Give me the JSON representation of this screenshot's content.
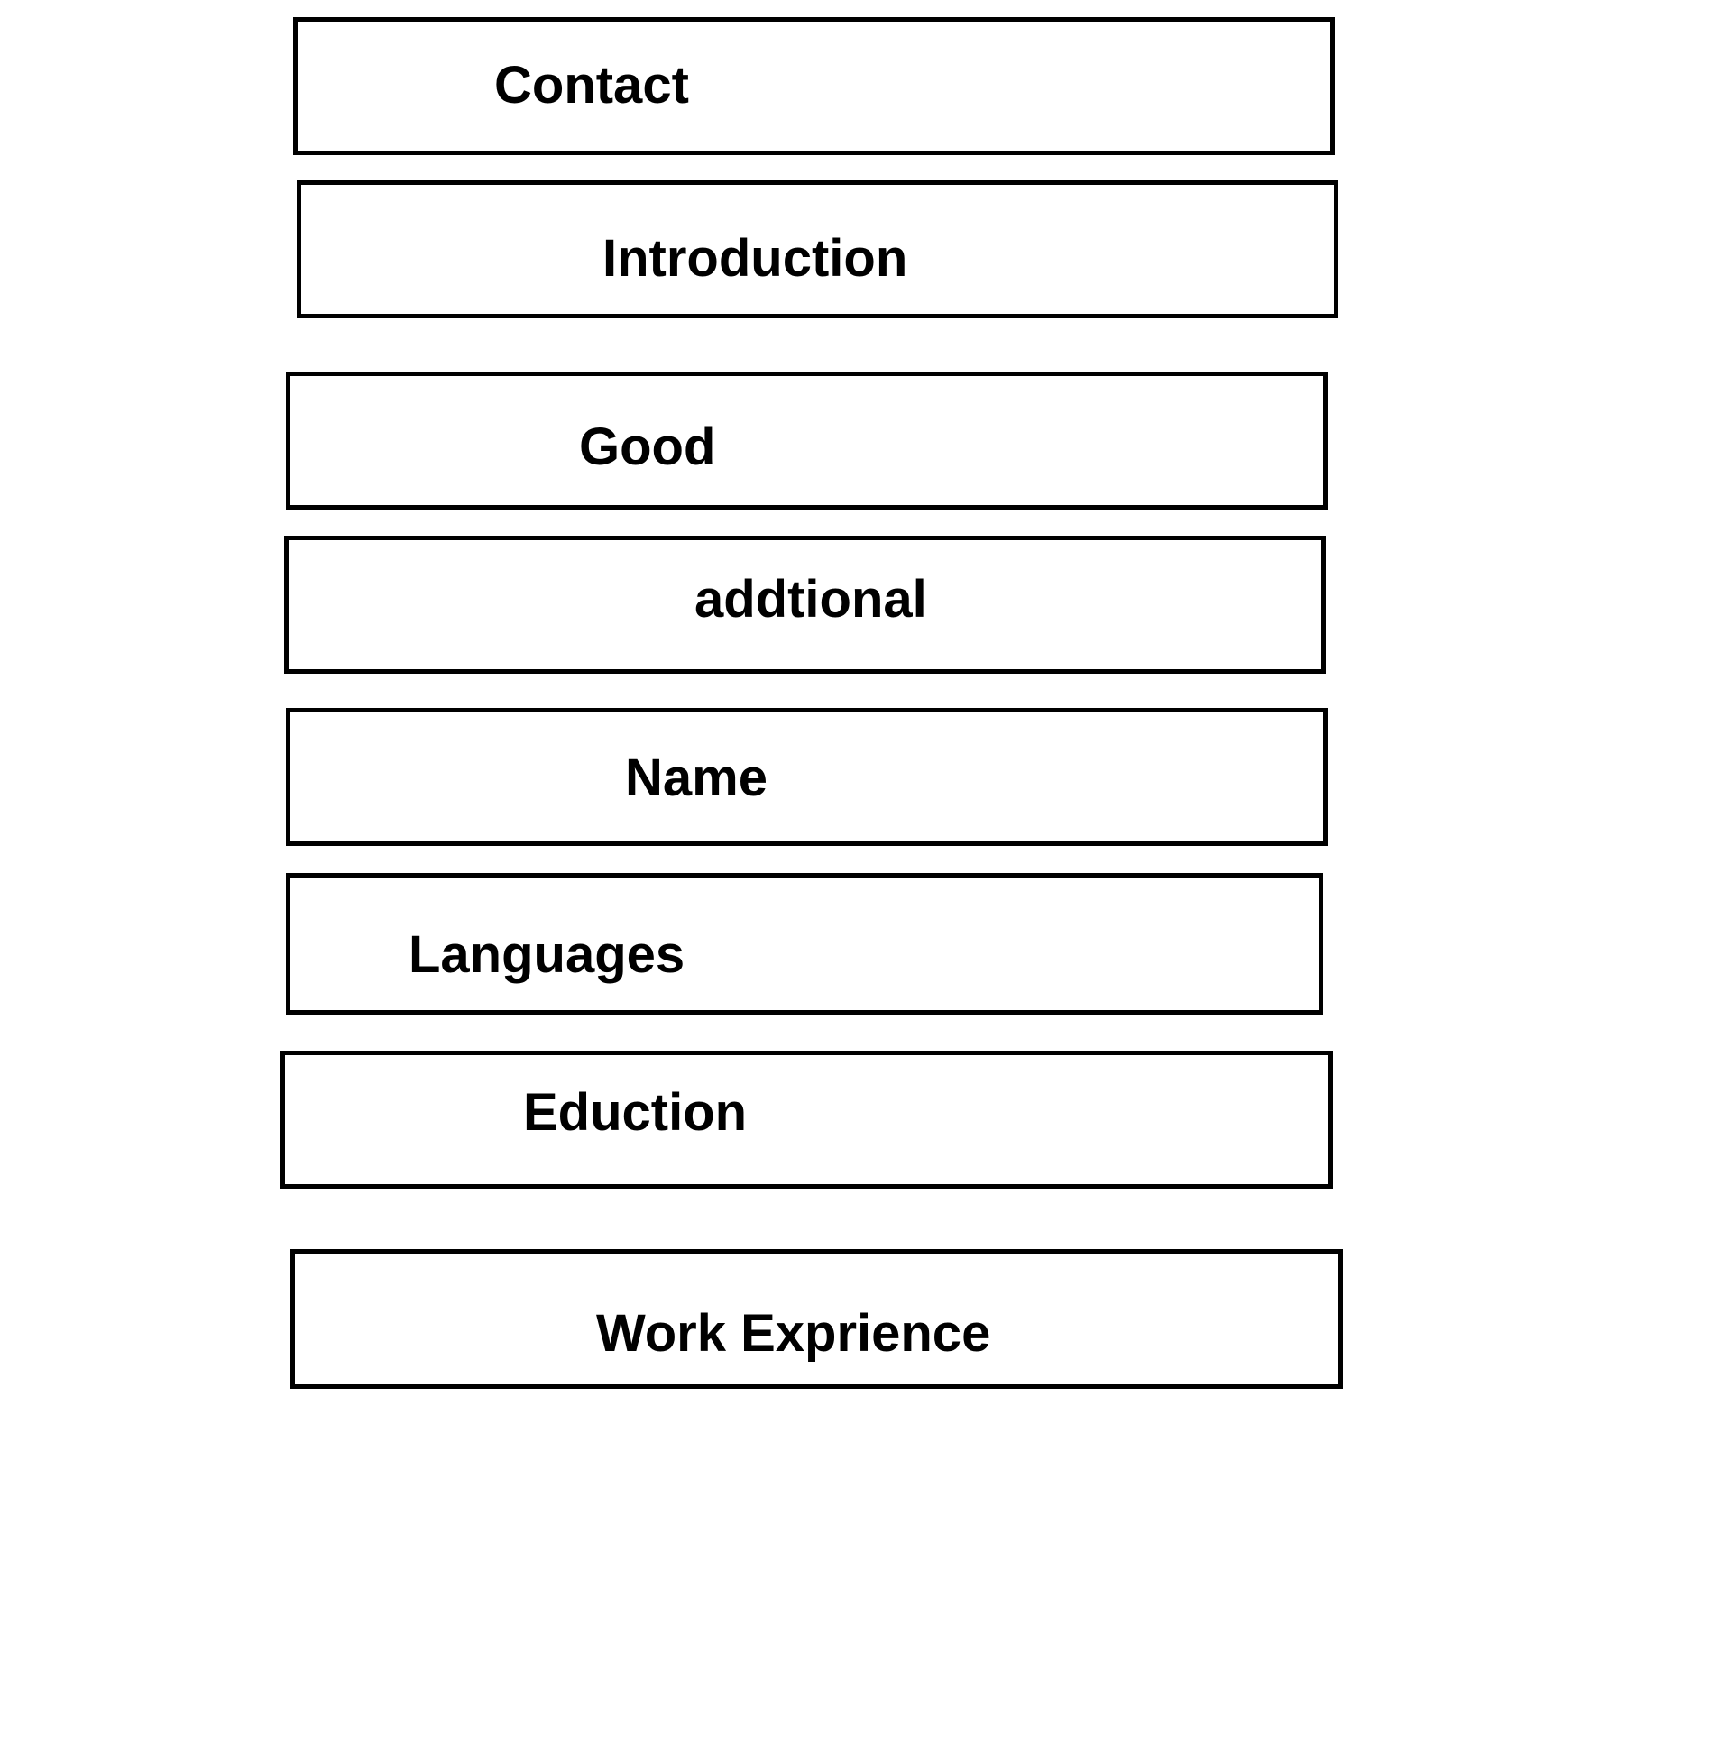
{
  "sections": [
    {
      "label": "Contact"
    },
    {
      "label": "Introduction"
    },
    {
      "label": "Good"
    },
    {
      "label": "addtional"
    },
    {
      "label": "Name"
    },
    {
      "label": "Languages"
    },
    {
      "label": "Eduction"
    },
    {
      "label": "Work Exprience"
    }
  ]
}
